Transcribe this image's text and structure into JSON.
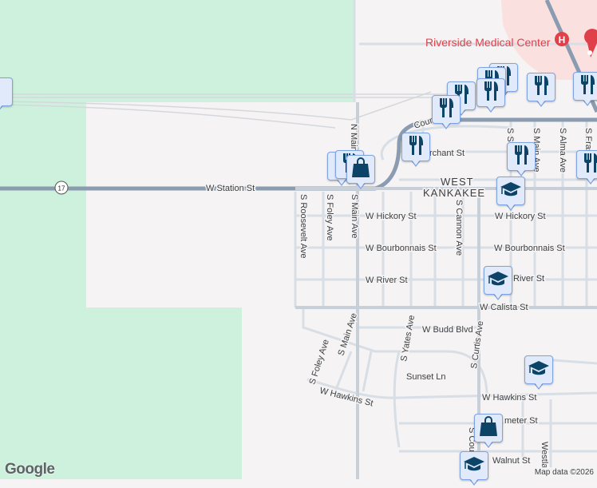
{
  "map": {
    "colors": {
      "background": "#f5f3f3",
      "park": "#cdf1dc",
      "hospital": "#fbe0e0",
      "major_road": "#8b9cb1",
      "minor_road": "#d8dee6",
      "marker_fill": "#e1eafb",
      "marker_border": "#7ea3e3",
      "glyph": "#0b4467",
      "poi": "#e0404a"
    },
    "area_label": [
      "WEST",
      "KANKAKEE"
    ],
    "poi": {
      "name": "Riverside Medical Center",
      "icon": "hospital-icon"
    },
    "route_shield": "17",
    "streets": {
      "station": "W Station St",
      "hickory1": "W Hickory St",
      "hickory2": "W Hickory St",
      "bourbonnais1": "W Bourbonnais St",
      "bourbonnais2": "W Bourbonnais St",
      "river1": "W River St",
      "river2": "River St",
      "calista": "W Calista St",
      "budd": "W Budd Blvd",
      "sunset": "Sunset Ln",
      "hawkins1": "W Hawkins St",
      "hawkins2": "W Hawkins St",
      "meter": "meter St",
      "walnut": "Walnut St",
      "court": "Court",
      "merchant": "rchant St",
      "n_main": "N Main Ave",
      "s_main": "S Main Ave",
      "s_main2": "S Main Ave",
      "roosevelt": "S Roosevelt Ave",
      "foley": "S Foley Ave",
      "foley2": "S Foley Ave",
      "yates": "S Yates Ave",
      "curtis": "S Curtis Ave",
      "cannon": "S Cannon Ave",
      "alma": "S Alma Ave",
      "s_main3": "S Main Ave",
      "s_s": "S S",
      "fras": "S Fras",
      "westla": "Westla",
      "cour": "S Cour"
    },
    "markers": [
      "restaurant",
      "restaurant",
      "restaurant",
      "restaurant",
      "restaurant",
      "restaurant",
      "restaurant",
      "restaurant",
      "restaurant",
      "restaurant",
      "restaurant",
      "restaurant",
      "shopping",
      "shopping",
      "school",
      "school",
      "school",
      "school",
      "unknown"
    ],
    "branding": "Google",
    "attribution": "Map data ©2026"
  }
}
